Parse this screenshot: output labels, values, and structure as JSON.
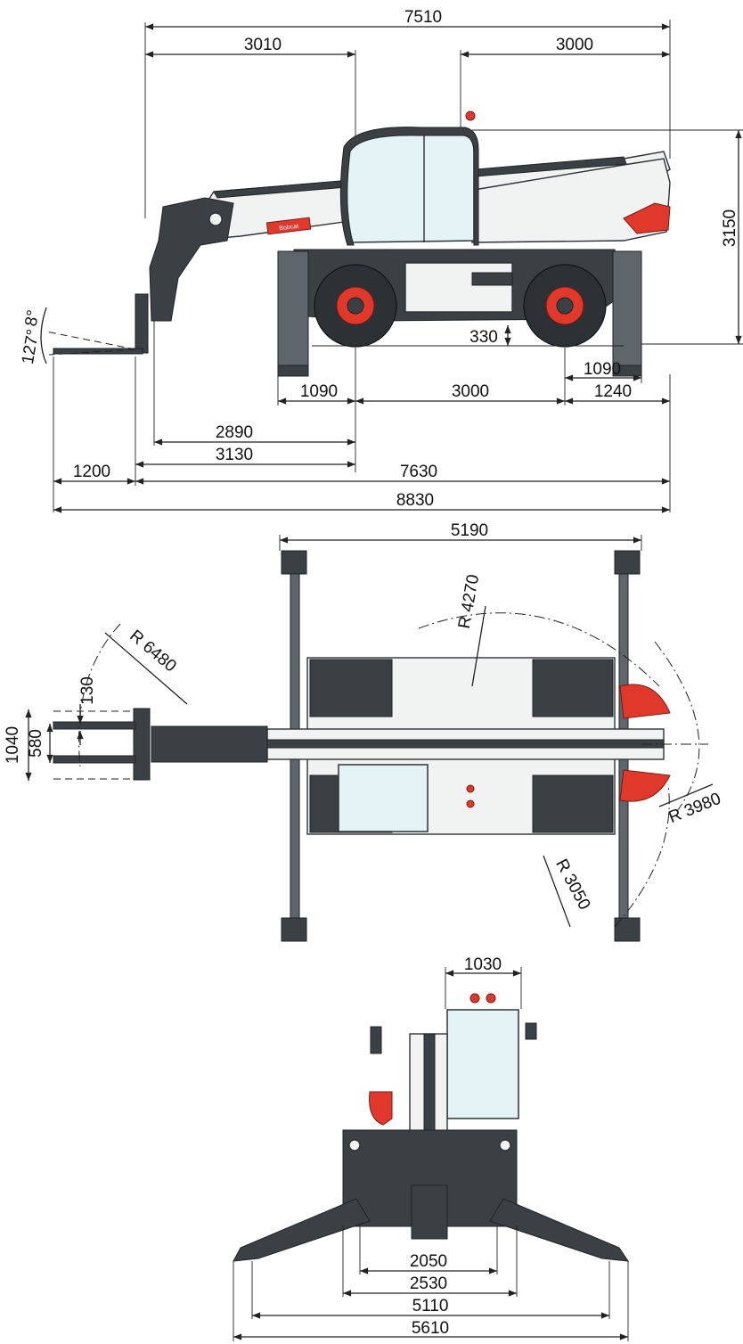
{
  "colors": {
    "machine_body": "#f1f2f2",
    "machine_dark": "#3b4045",
    "accent_red": "#e0392b",
    "cab_glass": "#e3f3f6",
    "lines": "#222222"
  },
  "side_view": {
    "dims": {
      "overall_top": "7510",
      "front_to_cab": "3010",
      "rear_section": "3000",
      "height": "3150",
      "ground_clearance": "330",
      "front_stab": "1090",
      "wheelbase": "3000",
      "rear_stab_inner": "1090",
      "rear_stab_outer": "1240",
      "carriage_to_axle": "2890",
      "overhang_to_axle": "3130",
      "fork_length": "1200",
      "length_to_carriage": "7630",
      "overall_length": "8830",
      "angle_rollback": "8°",
      "angle_dump": "127°"
    },
    "logo_text": "Bobcat"
  },
  "top_view": {
    "dims": {
      "stabilizer_span": "5190",
      "outer_fork_radius": "R 6480",
      "radius_4270": "R 4270",
      "radius_3980": "R 3980",
      "radius_3050": "R 3050",
      "fork_spread_max": "1040",
      "fork_spread_min": "580",
      "fork_width": "130"
    }
  },
  "rear_view": {
    "dims": {
      "cab_width": "1030",
      "track_2050": "2050",
      "width_2530": "2530",
      "stab_span_5110": "5110",
      "stab_span_5610": "5610"
    }
  }
}
